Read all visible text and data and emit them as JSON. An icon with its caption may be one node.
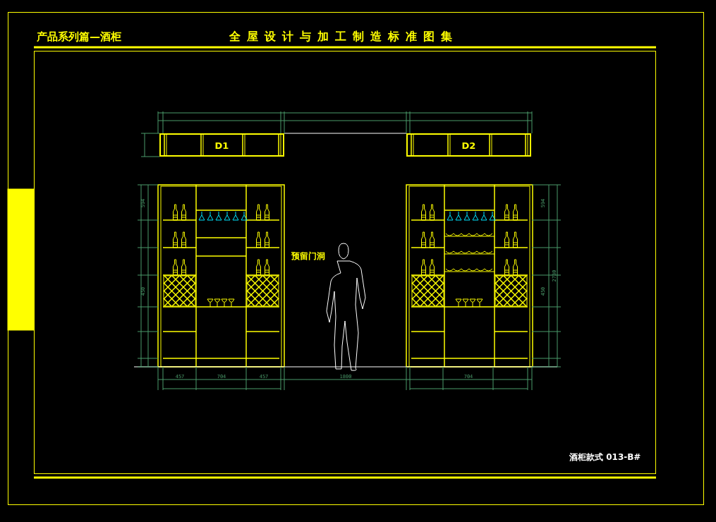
{
  "diagram": {
    "title": "全屋设计与加工制造标准图集",
    "nodes": [
      {
        "text": [
          "D1"
        ]
      },
      {
        "text": [
          "D2"
        ]
      }
    ],
    "labels": [
      "产品系列篇—酒柜",
      "预留门洞",
      "457",
      "704",
      "457",
      "1800",
      "704",
      "594",
      "450",
      "594",
      "450",
      "2730",
      "酒柜款式 013-B#"
    ]
  }
}
